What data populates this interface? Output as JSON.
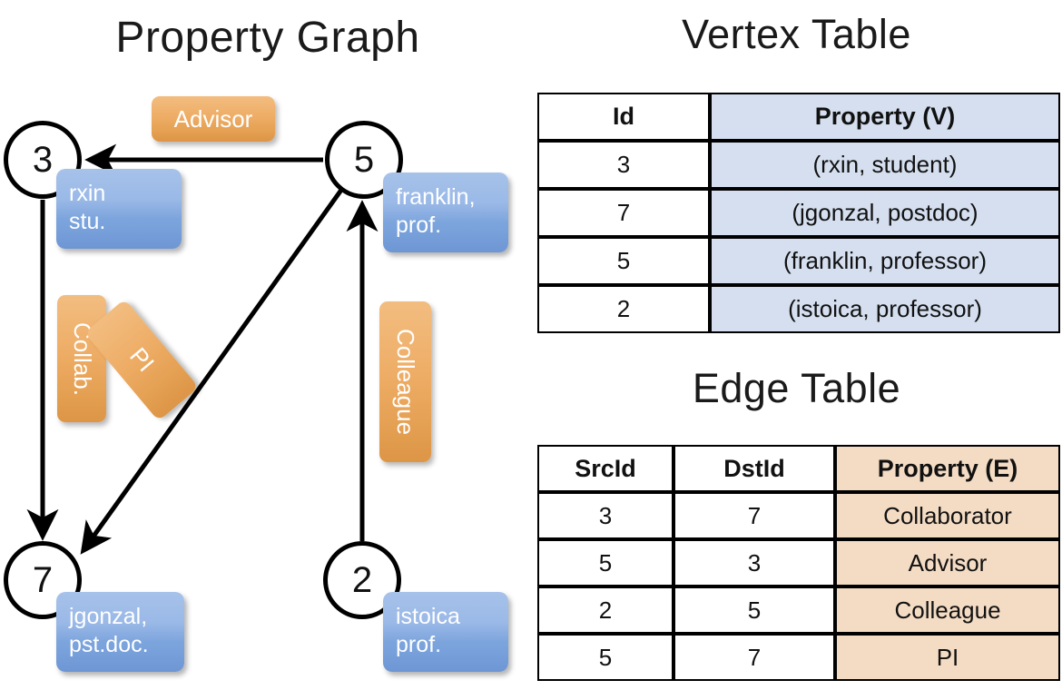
{
  "titles": {
    "property_graph": "Property Graph",
    "vertex_table": "Vertex Table",
    "edge_table": "Edge Table"
  },
  "colors": {
    "vertex_row_fill": "#d5dfef",
    "edge_row_fill": "#f4dcc4",
    "node_box_blue": "#7da5dd",
    "edge_label_orange": "#eead66",
    "stroke": "#000000",
    "background": "#ffffff"
  },
  "graph": {
    "vertices": [
      {
        "id": "3",
        "name": "vertex-3",
        "property_line1": "rxin",
        "property_line2": "stu."
      },
      {
        "id": "5",
        "name": "vertex-5",
        "property_line1": "franklin,",
        "property_line2": "prof."
      },
      {
        "id": "7",
        "name": "vertex-7",
        "property_line1": "jgonzal,",
        "property_line2": "pst.doc."
      },
      {
        "id": "2",
        "name": "vertex-2",
        "property_line1": "istoica",
        "property_line2": "prof."
      }
    ],
    "edge_labels": [
      {
        "key": "advisor",
        "text": "Advisor",
        "orientation": "horizontal"
      },
      {
        "key": "collab",
        "text": "Collab.",
        "orientation": "vertical"
      },
      {
        "key": "pi",
        "text": "PI",
        "orientation": "diagonal"
      },
      {
        "key": "colleague",
        "text": "Colleague",
        "orientation": "vertical"
      }
    ]
  },
  "chart_data": {
    "type": "diagram",
    "title": "Property Graph",
    "nodes": [
      {
        "id": "3",
        "label": "rxin, stu."
      },
      {
        "id": "5",
        "label": "franklin, prof."
      },
      {
        "id": "7",
        "label": "jgonzal, pst.doc."
      },
      {
        "id": "2",
        "label": "istoica, prof."
      }
    ],
    "edges": [
      {
        "src": "3",
        "dst": "7",
        "label": "Collab."
      },
      {
        "src": "5",
        "dst": "3",
        "label": "Advisor"
      },
      {
        "src": "2",
        "dst": "5",
        "label": "Colleague"
      },
      {
        "src": "5",
        "dst": "7",
        "label": "PI"
      }
    ]
  },
  "vertex_table": {
    "headers": [
      "Id",
      "Property (V)"
    ],
    "rows": [
      {
        "id": "3",
        "property": "(rxin, student)"
      },
      {
        "id": "7",
        "property": "(jgonzal, postdoc)"
      },
      {
        "id": "5",
        "property": "(franklin, professor)"
      },
      {
        "id": "2",
        "property": "(istoica, professor)"
      }
    ]
  },
  "edge_table": {
    "headers": [
      "SrcId",
      "DstId",
      "Property (E)"
    ],
    "rows": [
      {
        "src": "3",
        "dst": "7",
        "property": "Collaborator"
      },
      {
        "src": "5",
        "dst": "3",
        "property": "Advisor"
      },
      {
        "src": "2",
        "dst": "5",
        "property": "Colleague"
      },
      {
        "src": "5",
        "dst": "7",
        "property": "PI"
      }
    ]
  }
}
